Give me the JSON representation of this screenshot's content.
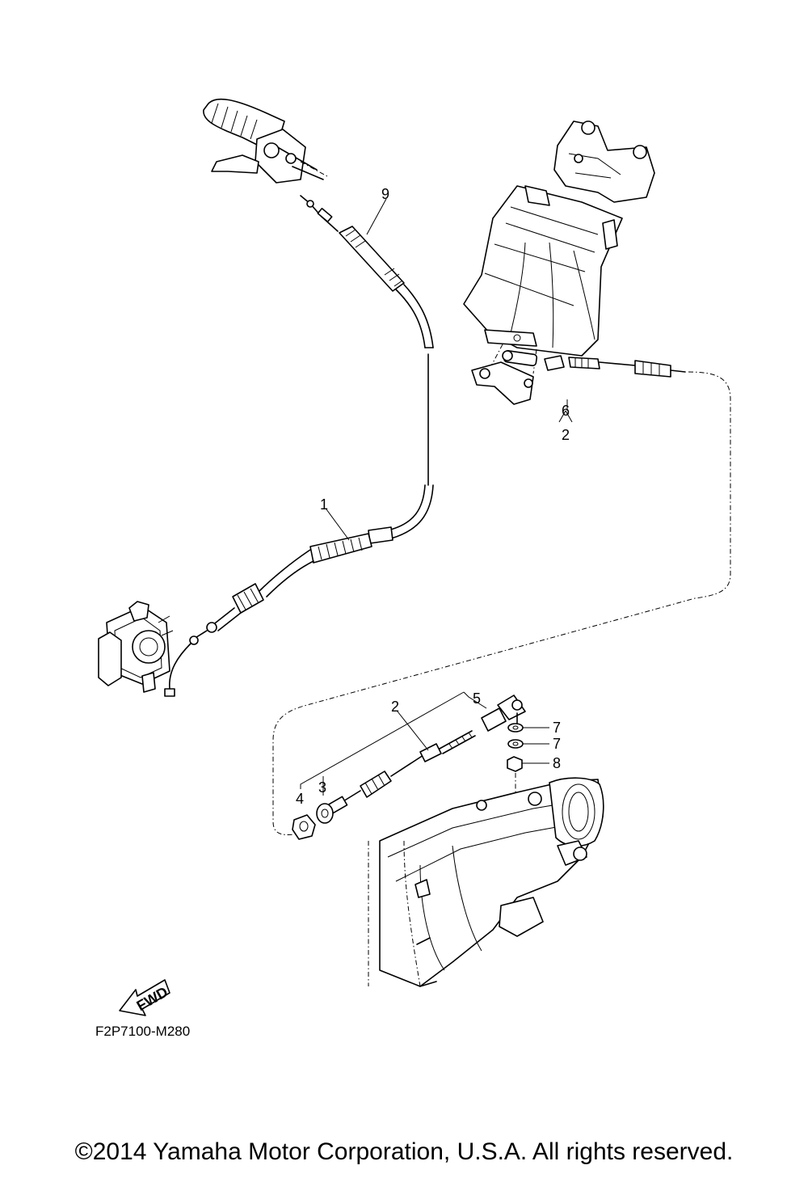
{
  "callouts": {
    "c1": "1",
    "c2_upper": "2",
    "c2_lower": "2",
    "c3": "3",
    "c4": "4",
    "c5": "5",
    "c6": "6",
    "c7a": "7",
    "c7b": "7",
    "c8": "8",
    "c9": "9"
  },
  "fwd_label": "FWD",
  "drawing_code": "F2P7100-M280",
  "copyright": "©2014 Yamaha Motor Corporation, U.S.A. All rights reserved."
}
